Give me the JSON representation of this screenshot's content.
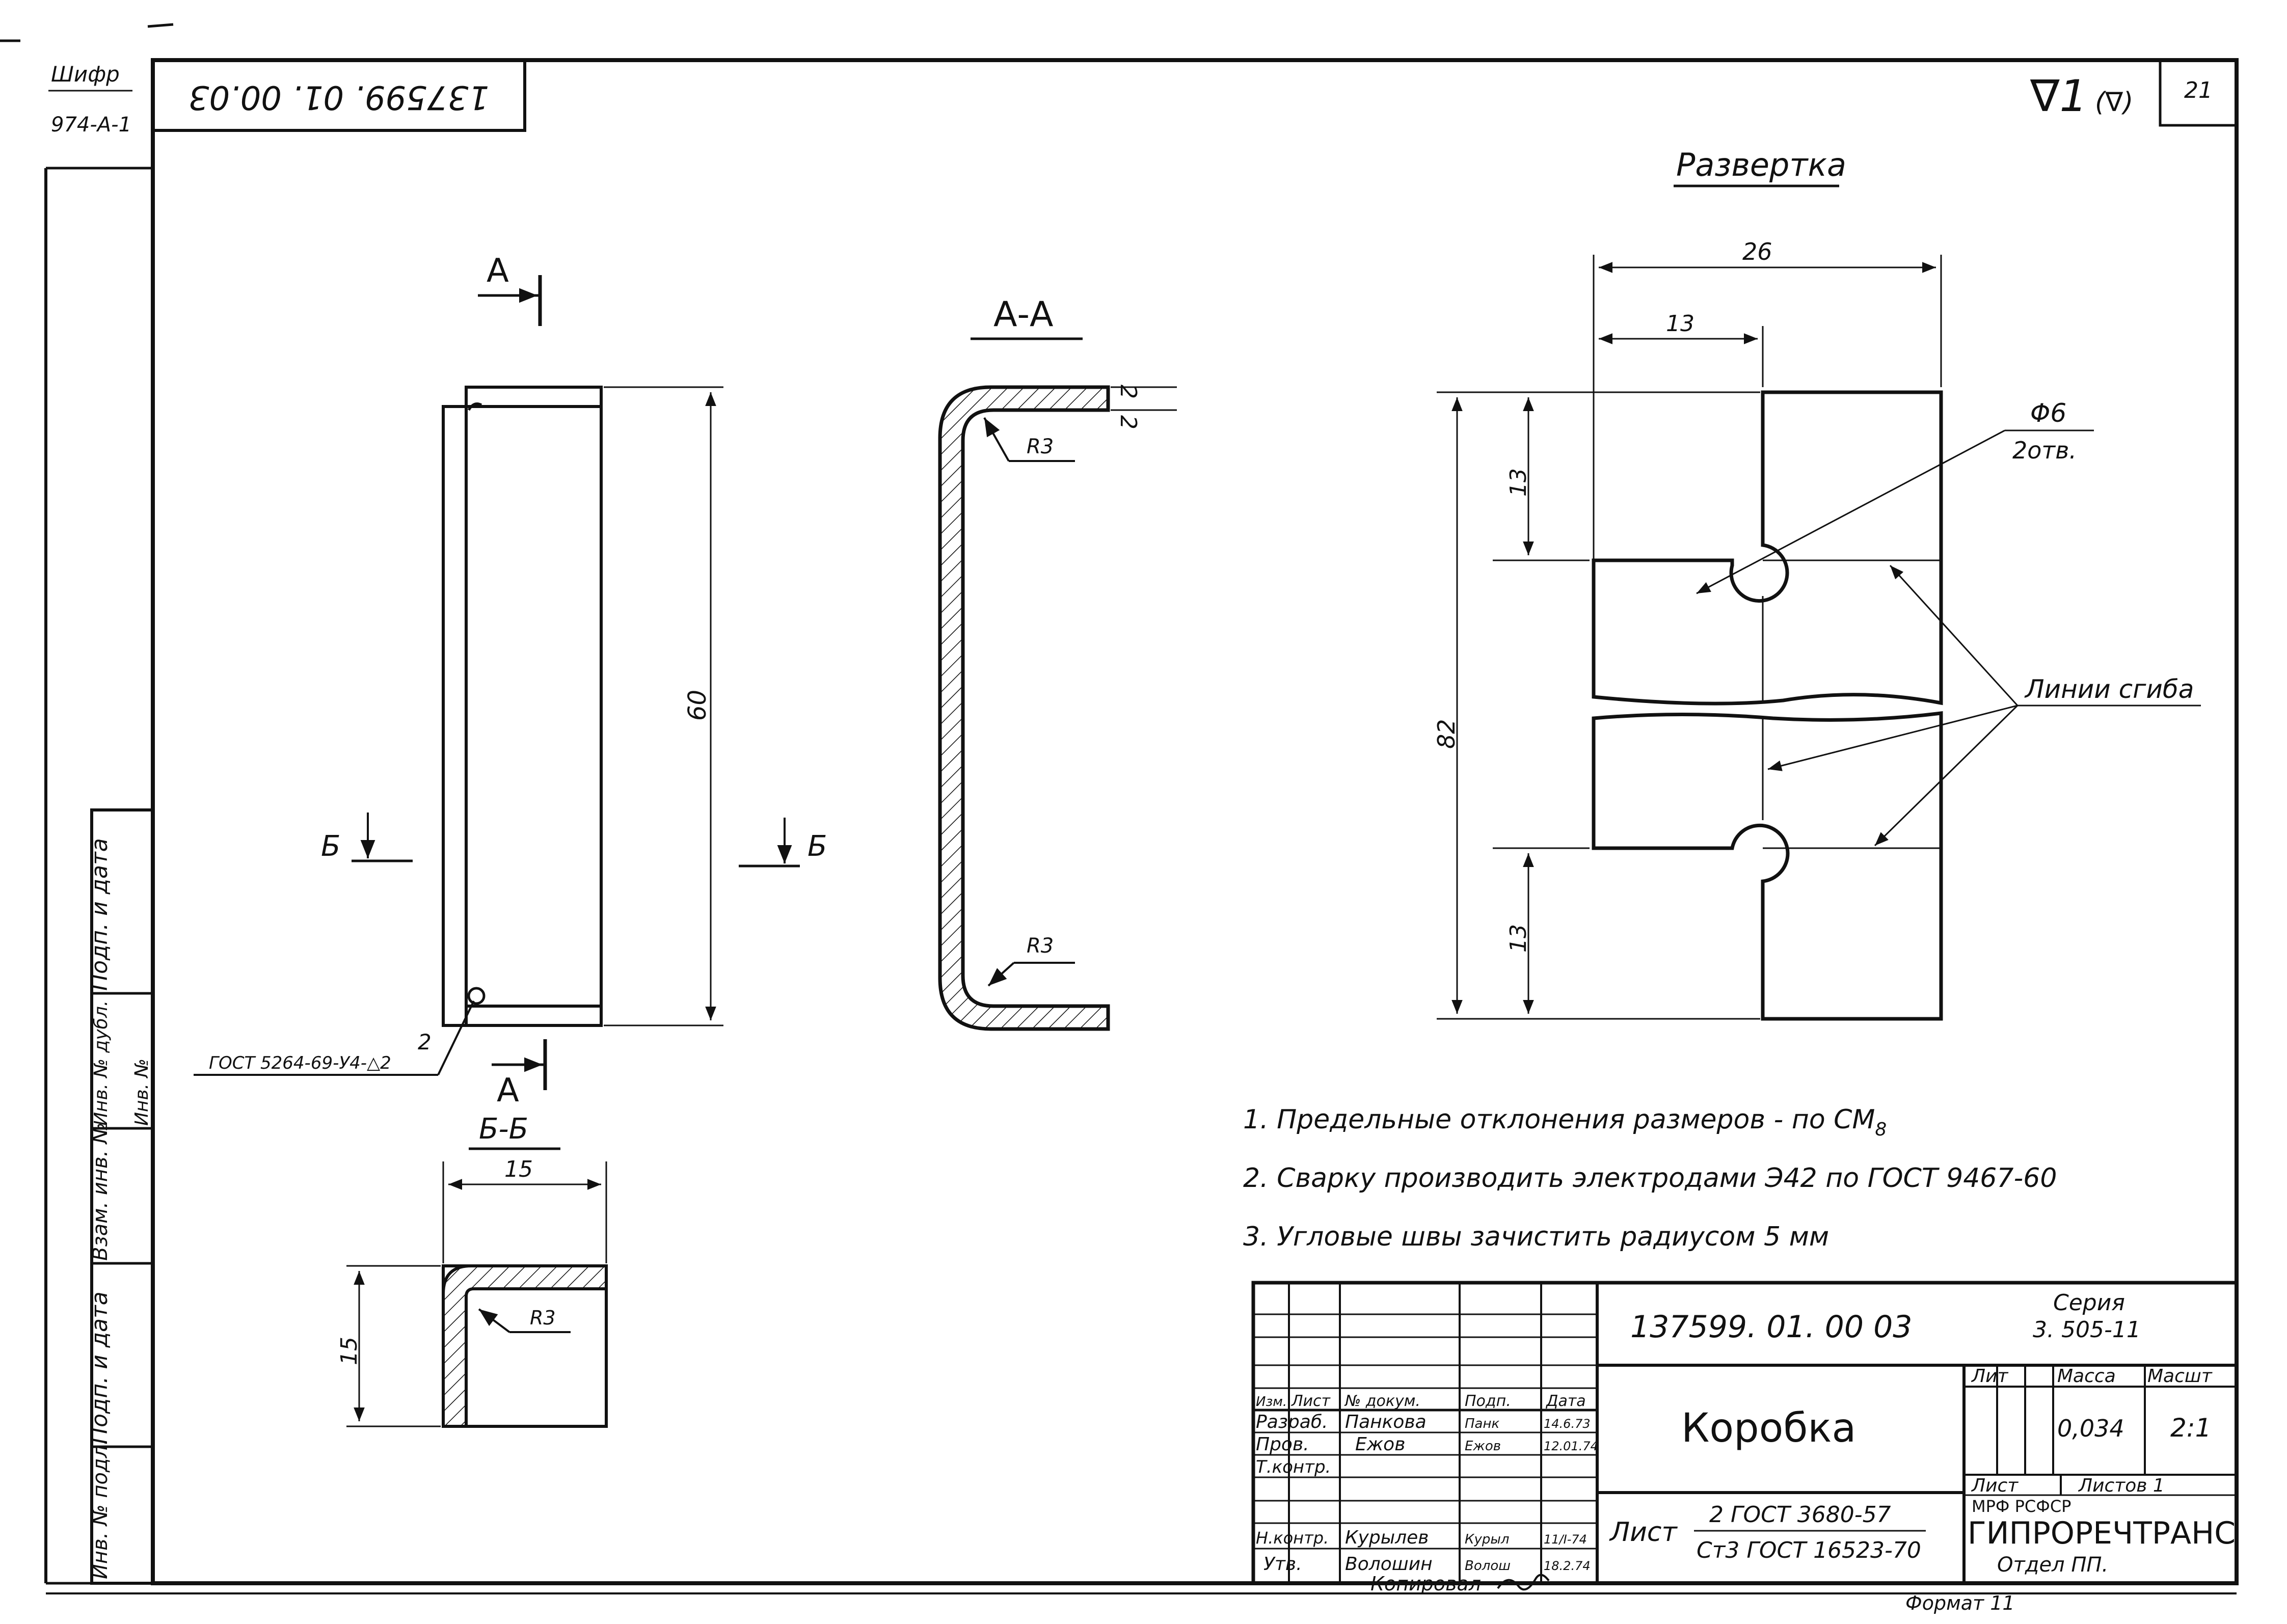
{
  "sheet": {
    "cipher_label": "Шифр",
    "cipher_value": "974-А-1",
    "top_code_inverted": "137599. 01. 00.03",
    "roughness": "∇1",
    "roughness_paren": "(∇)",
    "sheet_number": "21",
    "copied_label": "Копировал",
    "format_label": "Формат 11"
  },
  "side_stamp": {
    "cells": [
      "Подп. и дата",
      "Инв. № дубл.",
      "Взам. инв. №",
      "Подп. и дата",
      "Инв. № подл."
    ],
    "partial_label": "Инв. №"
  },
  "main_view": {
    "section_a_label": "А",
    "section_b_label": "Б",
    "height_dim": "60",
    "weld_note": "ГОСТ 5264-69-У4-△2",
    "weld_leg": "2"
  },
  "section_aa": {
    "title": "А-А",
    "radius_top": "R3",
    "radius_bottom": "R3",
    "thickness": "2"
  },
  "section_bb": {
    "title": "Б-Б",
    "width_dim": "15",
    "height_dim": "15",
    "radius": "R3"
  },
  "development": {
    "title": "Развертка",
    "width_total": "26",
    "width_half": "13",
    "height_total": "82",
    "height_top": "13",
    "height_bottom": "13",
    "hole_dia": "Φ6",
    "hole_count": "2отв.",
    "bend_lines_label": "Линии сгиба"
  },
  "notes": [
    "1. Предельные отклонения размеров - по СМ",
    "2. Сварку производить электродами Э42 по ГОСТ 9467-60",
    "3. Угловые швы зачистить радиусом 5 мм"
  ],
  "notes_sub": "8",
  "title_block": {
    "designation": "137599. 01. 00 03",
    "series_label": "Серия",
    "series_value": "3. 505-11",
    "part_name": "Коробка",
    "lit_header": "Лит",
    "mass_header": "Масса",
    "scale_header": "Масшт",
    "mass_value": "0,034",
    "scale_value": "2:1",
    "sheet_label": "Лист",
    "sheets_label": "Листов 1",
    "material_label": "Лист",
    "material_top": "2 ГОСТ 3680-57",
    "material_bottom": "Ст3 ГОСТ 16523-70",
    "org_line1": "МРФ      РСФСР",
    "org_name": "ГИПРОРЕЧТРАНС",
    "org_dept": "Отдел ПП.",
    "col_headers": [
      "Изм.",
      "Лист",
      "№ докум.",
      "Подп.",
      "Дата"
    ],
    "rows": [
      {
        "role": "Разраб.",
        "name": "Панкова",
        "sign": "Панк",
        "date": "14.6.73"
      },
      {
        "role": "Пров.",
        "name": "Ежов",
        "sign": "Ежов",
        "date": "12.01.74"
      },
      {
        "role": "Т.контр.",
        "name": "",
        "sign": "",
        "date": ""
      },
      {
        "role": "",
        "name": "",
        "sign": "",
        "date": ""
      },
      {
        "role": "Н.контр.",
        "name": "Курылев",
        "sign": "Курыл",
        "date": "11/I-74"
      },
      {
        "role": "Утв.",
        "name": "Волошин",
        "sign": "Волош",
        "date": "18.2.74"
      }
    ]
  }
}
